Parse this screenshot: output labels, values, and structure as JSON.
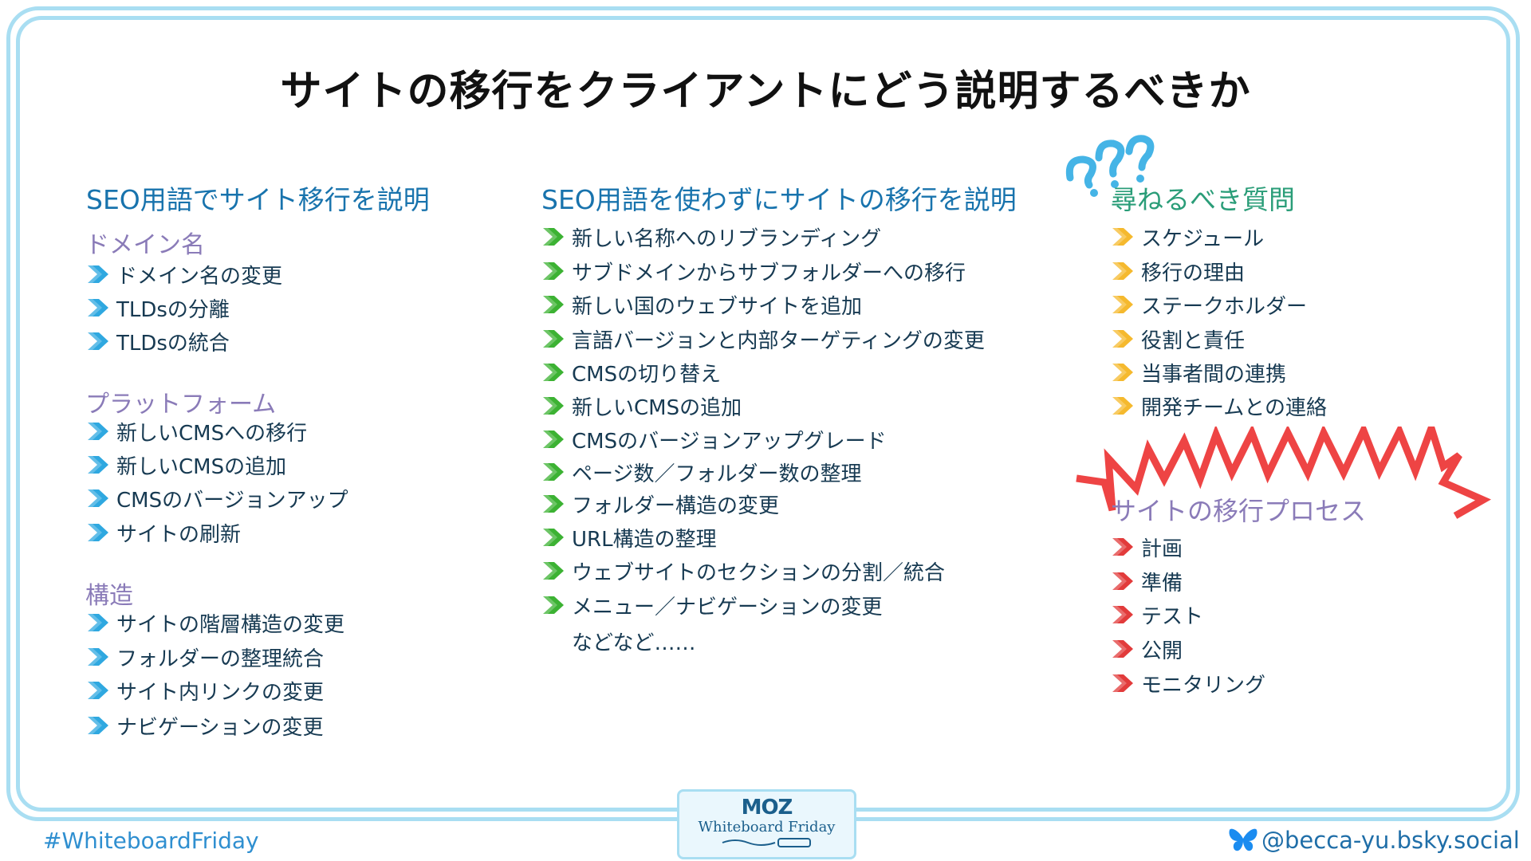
{
  "title": "サイトの移行をクライアントにどう説明するべきか",
  "colors": {
    "blue_arrow": "#2fa8e0",
    "green_arrow": "#3cb233",
    "yellow_arrow": "#f5b92e",
    "red_arrow": "#e23b3b",
    "heading_blue": "#1873ad",
    "heading_green": "#2a9d78",
    "sub_purple": "#8a7bb8",
    "zigzag": "#ee4444"
  },
  "col1": {
    "heading": "SEO用語でサイト移行を説明",
    "groups": [
      {
        "label": "ドメイン名",
        "items": [
          "ドメイン名の変更",
          "TLDsの分離",
          "TLDsの統合"
        ]
      },
      {
        "label": "プラットフォーム",
        "items": [
          "新しいCMSへの移行",
          "新しいCMSの追加",
          "CMSのバージョンアップ",
          "サイトの刷新"
        ]
      },
      {
        "label": "構造",
        "items": [
          "サイトの階層構造の変更",
          "フォルダーの整理統合",
          "サイト内リンクの変更",
          "ナビゲーションの変更"
        ]
      }
    ]
  },
  "col2": {
    "heading": "SEO用語を使わずにサイトの移行を説明",
    "items": [
      "新しい名称へのリブランディング",
      "サブドメインからサブフォルダーへの移行",
      "新しい国のウェブサイトを追加",
      "言語バージョンと内部ターゲティングの変更",
      "CMSの切り替え",
      "新しいCMSの追加",
      "CMSのバージョンアップグレード",
      "ページ数／フォルダー数の整理",
      "フォルダー構造の変更",
      "URL構造の整理",
      "ウェブサイトのセクションの分割／統合",
      "メニュー／ナビゲーションの変更"
    ],
    "etc": "などなど……"
  },
  "col3": {
    "questions_heading": "尋ねるべき質問",
    "questions": [
      "スケジュール",
      "移行の理由",
      "ステークホルダー",
      "役割と責任",
      "当事者間の連携",
      "開発チームとの連絡"
    ],
    "process_heading": "サイトの移行プロセス",
    "process": [
      "計画",
      "準備",
      "テスト",
      "公開",
      "モニタリング"
    ]
  },
  "footer": {
    "hashtag": "#WhiteboardFriday",
    "logo": "MOZ",
    "badge": "Whiteboard Friday",
    "handle": "@becca-yu.bsky.social"
  }
}
